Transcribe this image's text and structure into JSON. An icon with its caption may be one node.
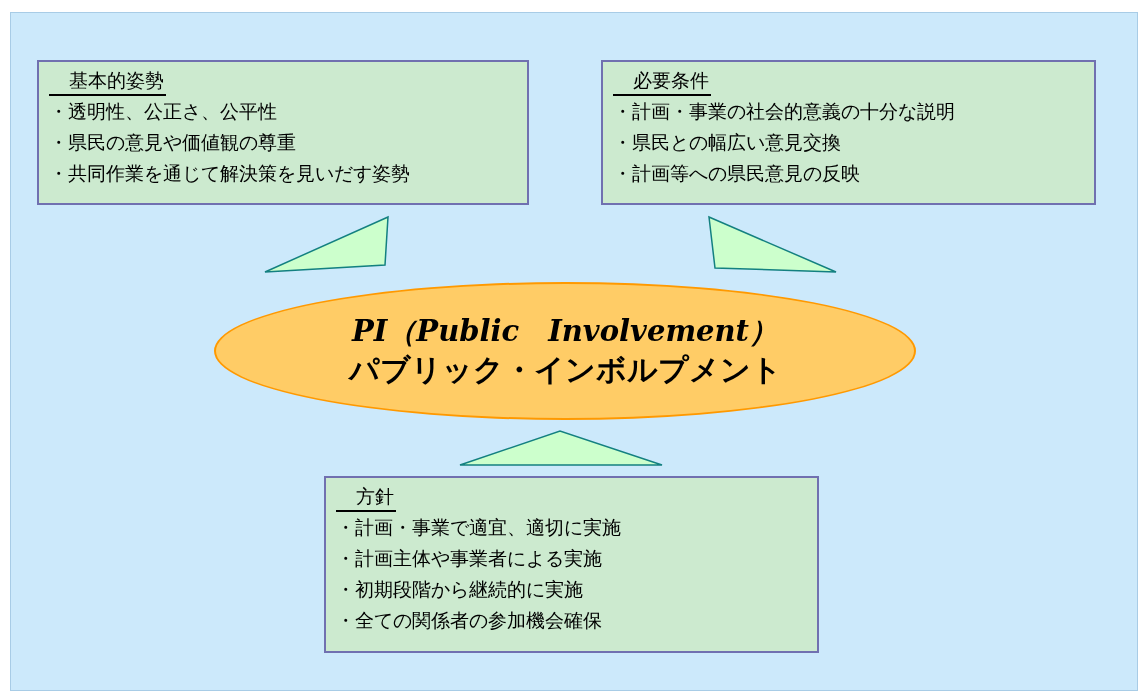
{
  "diagram": {
    "nodes": [
      {
        "text": [
          "基本的姿勢",
          "・透明性、公正さ、公平性",
          "・県民の意見や価値観の尊重",
          "・共同作業を通じて解決策を見いだす姿勢"
        ]
      },
      {
        "text": [
          "必要条件",
          "・計画・事業の社会的意義の十分な説明",
          "・県民との幅広い意見交換",
          "・計画等への県民意見の反映"
        ]
      },
      {
        "text": [
          "PI（Public　Involvement）",
          "パブリック・インボルプメント"
        ]
      },
      {
        "text": [
          "方針",
          "・計画・事業で適宜、適切に実施",
          "・計画主体や事業者による実施",
          "・初期段階から継続的に実施",
          "・全ての関係者の参加機会確保"
        ]
      }
    ],
    "edges": [
      {
        "from": 0,
        "to": 2,
        "arrow": "none"
      },
      {
        "from": 1,
        "to": 2,
        "arrow": "none"
      },
      {
        "from": 3,
        "to": 2,
        "arrow": "none"
      }
    ]
  }
}
